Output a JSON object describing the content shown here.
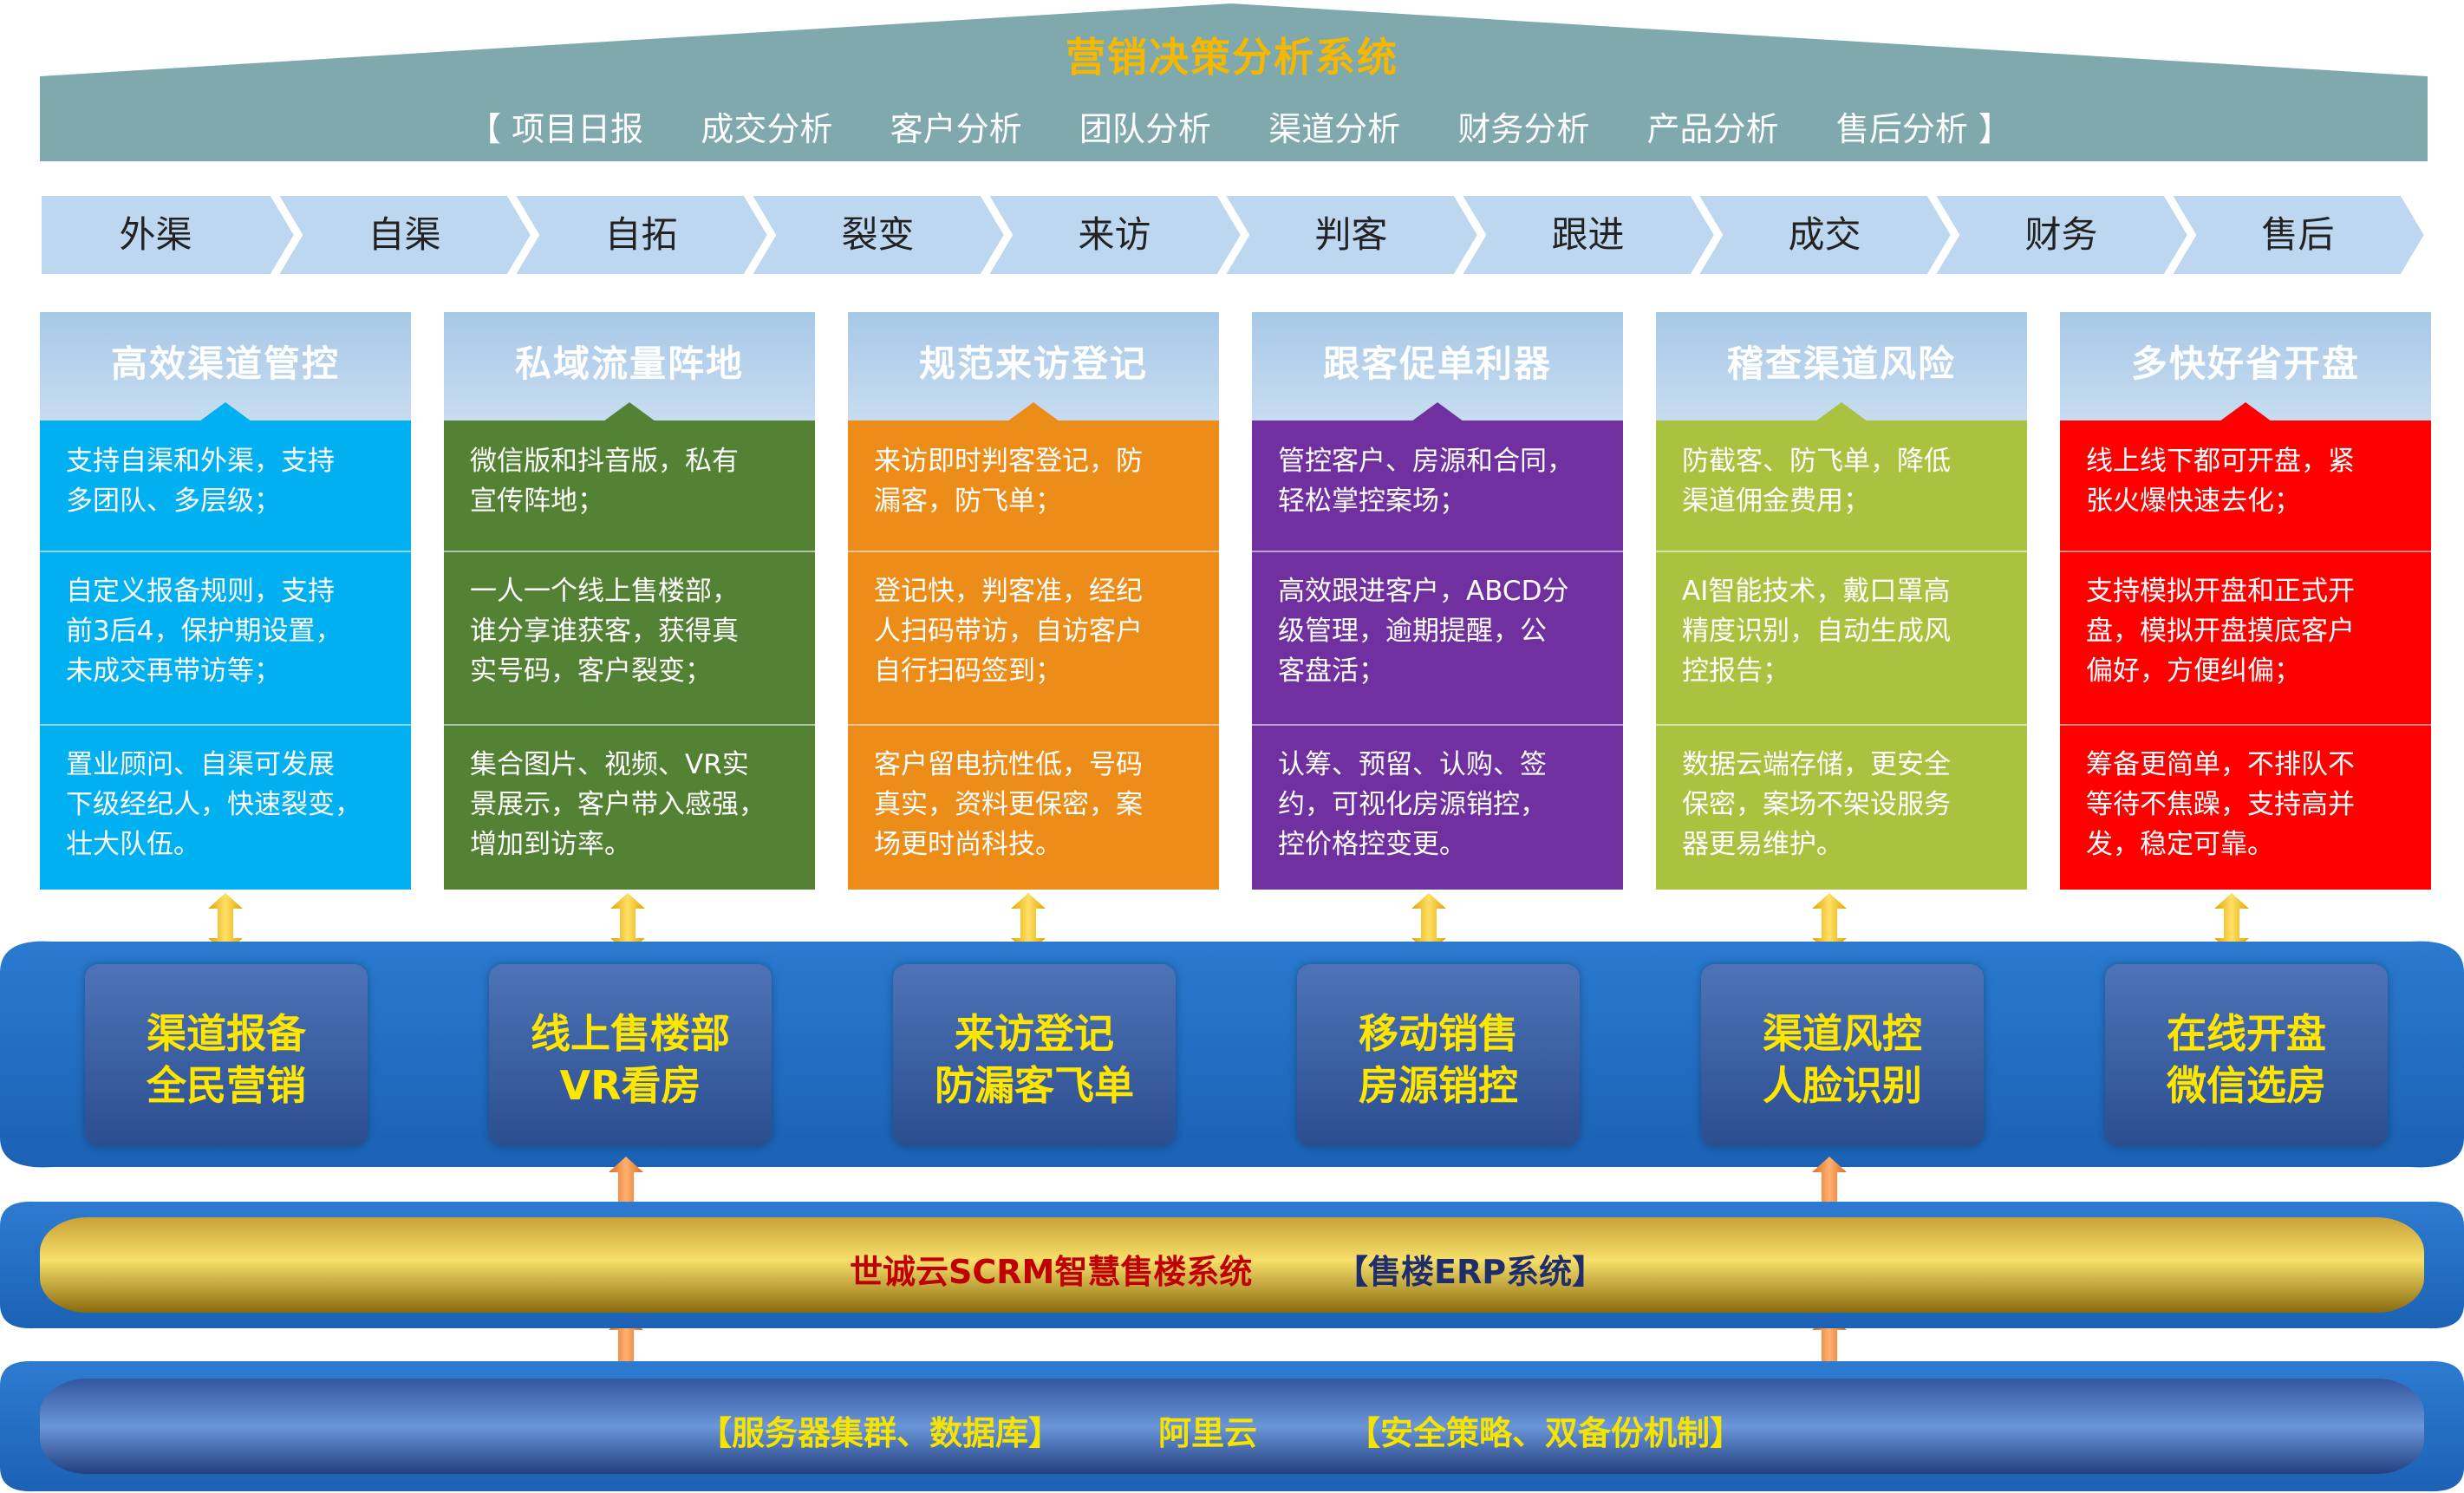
{
  "roof": {
    "title": "营销决策分析系统",
    "items": [
      "【 项目日报",
      "成交分析",
      "客户分析",
      "团队分析",
      "渠道分析",
      "财务分析",
      "产品分析",
      "售后分析 】"
    ]
  },
  "steps": [
    "外渠",
    "自渠",
    "自拓",
    "裂变",
    "来访",
    "判客",
    "跟进",
    "成交",
    "财务",
    "售后"
  ],
  "cards": [
    {
      "title": "高效渠道管控",
      "color": "#00b0f0",
      "sections": [
        [
          "支持自渠和外渠，支持",
          "多团队、多层级；"
        ],
        [
          "自定义报备规则，支持",
          "前3后4，保护期设置，",
          "未成交再带访等；"
        ],
        [
          "置业顾问、自渠可发展",
          "下级经纪人，快速裂变，",
          "壮大队伍。"
        ]
      ]
    },
    {
      "title": "私域流量阵地",
      "color": "#548235",
      "sections": [
        [
          "微信版和抖音版，私有",
          "宣传阵地；"
        ],
        [
          "一人一个线上售楼部，",
          "谁分享谁获客，获得真",
          "实号码，客户裂变；"
        ],
        [
          "集合图片、视频、VR实",
          "景展示，客户带入感强，",
          "增加到访率。"
        ]
      ]
    },
    {
      "title": "规范来访登记",
      "color": "#ed8d19",
      "sections": [
        [
          "来访即时判客登记，防",
          "漏客，防飞单；"
        ],
        [
          "登记快，判客准，经纪",
          "人扫码带访，自访客户",
          "自行扫码签到；"
        ],
        [
          "客户留电抗性低，号码",
          "真实，资料更保密，案",
          "场更时尚科技。"
        ]
      ]
    },
    {
      "title": "跟客促单利器",
      "color": "#7030a0",
      "sections": [
        [
          "管控客户、房源和合同，",
          "轻松掌控案场；"
        ],
        [
          "高效跟进客户，ABCD分",
          "级管理，逾期提醒，公",
          "客盘活；"
        ],
        [
          "认筹、预留、认购、签",
          "约，可视化房源销控，",
          "控价格控变更。"
        ]
      ]
    },
    {
      "title": "稽查渠道风险",
      "color": "#a9c23f",
      "sections": [
        [
          "防截客、防飞单，降低",
          "渠道佣金费用；"
        ],
        [
          "AI智能技术，戴口罩高",
          "精度识别，自动生成风",
          "控报告；"
        ],
        [
          "数据云端存储，更安全",
          "保密，案场不架设服务",
          "器更易维护。"
        ]
      ]
    },
    {
      "title": "多快好省开盘",
      "color": "#ff0000",
      "sections": [
        [
          "线上线下都可开盘，紧",
          "张火爆快速去化；"
        ],
        [
          "支持模拟开盘和正式开",
          "盘，模拟开盘摸底客户",
          "偏好，方便纠偏；"
        ],
        [
          "筹备更简单，不排队不",
          "等待不焦躁，支持高并",
          "发，稳定可靠。"
        ]
      ]
    }
  ],
  "modules": [
    {
      "line1": "渠道报备",
      "line2": "全民营销"
    },
    {
      "line1": "线上售楼部",
      "line2": "VR看房"
    },
    {
      "line1": "来访登记",
      "line2": "防漏客飞单"
    },
    {
      "line1": "移动销售",
      "line2": "房源销控"
    },
    {
      "line1": "渠道风控",
      "line2": "人脸识别"
    },
    {
      "line1": "在线开盘",
      "line2": "微信选房"
    }
  ],
  "erp": {
    "name": "世诚云SCRM智慧售楼系统",
    "tag": "【售楼ERP系统】"
  },
  "infra": {
    "left": "【服务器集群、数据库】",
    "center": "阿里云",
    "right": "【安全策略、双备份机制】"
  },
  "colors": {
    "roof": "#7fa9ad",
    "roof_title": "#f5b800",
    "step": "#bcd7ef",
    "platform": "#1f6cc3",
    "module_text": "#ffe600",
    "erp_band": "#b88e16",
    "erp_name": "#c00000",
    "erp_tag": "#1f2d6b",
    "infra_text": "#f5e300"
  }
}
